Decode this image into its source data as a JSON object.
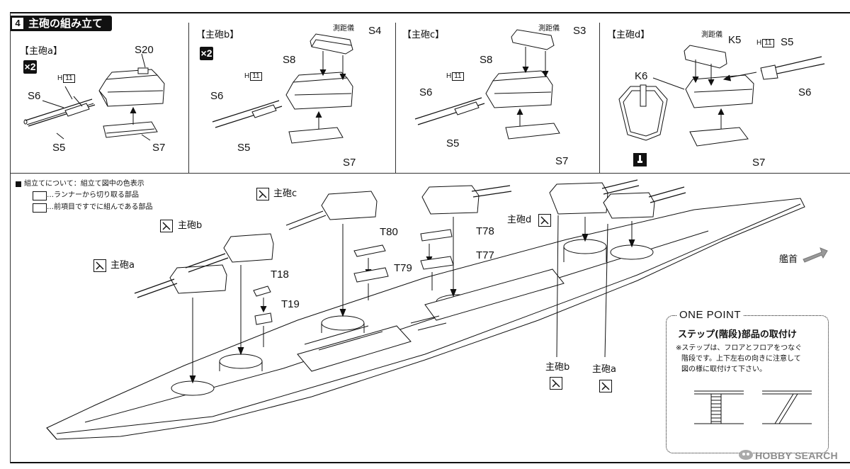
{
  "section": {
    "number": "4",
    "title": "主砲の組み立て"
  },
  "panels": [
    {
      "heading": "【主砲a】",
      "multiplier": "×2",
      "labels": [
        "S20",
        "H",
        "11",
        "S6",
        "S5",
        "S7"
      ]
    },
    {
      "heading": "【主砲b】",
      "multiplier": "×2",
      "labels": [
        "測距儀",
        "S4",
        "S8",
        "H",
        "11",
        "S6",
        "S5",
        "S7"
      ]
    },
    {
      "heading": "【主砲c】",
      "labels": [
        "測距儀",
        "S3",
        "S8",
        "H",
        "11",
        "S6",
        "S5",
        "S7"
      ]
    },
    {
      "heading": "【主砲d】",
      "labels": [
        "測距儀",
        "K5",
        "H",
        "11",
        "S5",
        "K6",
        "S6",
        "S7"
      ]
    }
  ],
  "legend": {
    "title": "組立てについて：組立て図中の色表示",
    "item1": "…ランナーから切り取る部品",
    "item2": "…前項目ですでに組んである部品"
  },
  "ship_labels": {
    "turret_c": "主砲c",
    "turret_b": "主砲b",
    "turret_a": "主砲a",
    "turret_d": "主砲d",
    "t80": "T80",
    "t79": "T79",
    "t78": "T78",
    "t77": "T77",
    "t18": "T18",
    "t19": "T19",
    "bow": "艦首",
    "lower_b": "主砲b",
    "lower_a": "主砲a"
  },
  "one_point": {
    "title": "ONE POINT",
    "subtitle": "ステップ(階段)部品の取付け",
    "note_line1": "※ステップは、フロアとフロアをつなぐ",
    "note_line2": "階段です。上下左右の向きに注意して",
    "note_line3": "図の様に取付けて下さい。"
  },
  "watermark": "HOBBY SEARCH",
  "colors": {
    "ink": "#111111",
    "paper": "#ffffff"
  }
}
